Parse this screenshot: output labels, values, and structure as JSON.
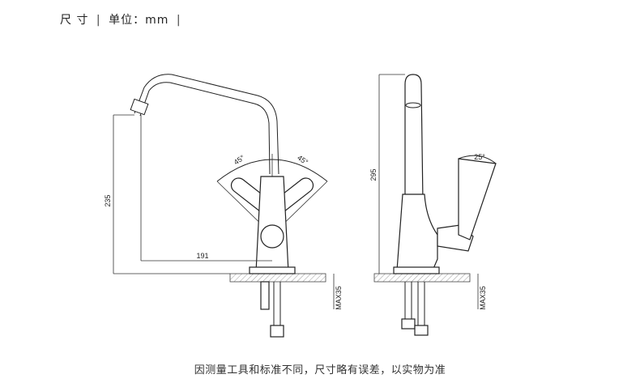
{
  "header": {
    "title": "尺 寸",
    "sep1": "|",
    "unit": "单位：mm",
    "sep2": "|"
  },
  "dimensions": {
    "front_height": "235",
    "front_reach": "191",
    "angle_left": "45°",
    "angle_right": "45°",
    "side_height": "295",
    "side_angle": "25°",
    "front_max": "MAX35",
    "side_max": "MAX35"
  },
  "note": "因测量工具和标准不同，尺寸略有误差，以实物为准",
  "colors": {
    "line": "#222222",
    "background": "#ffffff",
    "hatch": "#555555"
  }
}
